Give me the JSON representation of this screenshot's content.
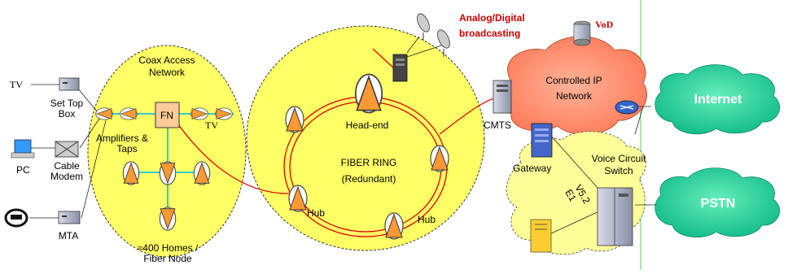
{
  "colors": {
    "ring_fill": "#ffff66",
    "amp_fill": "#ff9933",
    "fiber": "#dd0000",
    "coax": "#33cccc",
    "ip_cloud": "#ff8866",
    "cloud_teal": "#22cc99",
    "gray_cloud": "#ffff99",
    "accent_red": "#cc0000"
  },
  "labels": {
    "tv_left": "TV",
    "set_top_box": [
      "Set Top",
      "Box"
    ],
    "pc": "PC",
    "cable_modem": [
      "Cable",
      "Modem"
    ],
    "mta": "MTA",
    "coax_network": [
      "Coax Access",
      "Network"
    ],
    "fn": "FN",
    "amplifiers": [
      "Amplifiers &",
      "Taps"
    ],
    "tv_right": "TV",
    "homes": [
      "≈400 Homes /",
      "Fiber Node"
    ],
    "headend": "Head-end",
    "fiber_ring": [
      "FIBER RING",
      "(Redundant)"
    ],
    "hub1": "Hub",
    "hub2": "Hub",
    "broadcast": [
      "Analog/Digital",
      "broadcasting"
    ],
    "vod": "VoD",
    "ip_network": [
      "Controlled IP",
      "Network"
    ],
    "cmts": "CMTS",
    "gateway": "Gateway",
    "voice_circuit": [
      "Voice Circuit",
      "Switch"
    ],
    "v52": "V5.2",
    "e1": "E1",
    "internet": "Internet",
    "pstn": "PSTN"
  },
  "icons": [
    "tv-icon",
    "set-top-box-icon",
    "pc-icon",
    "cable-modem-icon",
    "phone-icon",
    "mta-icon",
    "amplifier-icon",
    "fiber-node-icon",
    "satellite-dish-icon",
    "server-icon",
    "router-icon",
    "switch-icon",
    "gateway-icon"
  ]
}
